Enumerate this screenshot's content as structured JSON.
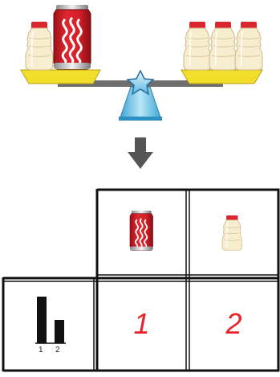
{
  "table": {
    "rows": [
      {
        "header_icon": "bar-chart-icon",
        "values": [
          "1",
          "2"
        ]
      }
    ],
    "columns": [
      {
        "icon": "soda-can-icon"
      },
      {
        "icon": "yogurt-bottle-icon"
      }
    ]
  },
  "bar_chart": {
    "tick_labels": [
      "1",
      "2"
    ],
    "values": [
      2,
      1
    ]
  },
  "balance": {
    "left_pan_items": [
      "yogurt-bottle-icon",
      "soda-can-icon"
    ],
    "right_pan_items": [
      "yogurt-bottle-icon",
      "yogurt-bottle-icon",
      "yogurt-bottle-icon"
    ]
  },
  "colors": {
    "can_red": "#d7232d",
    "pan_yellow": "#f2de2a",
    "fulcrum_blue": "#6fc3e8",
    "text_red": "#e8222b",
    "arrow_gray": "#555555"
  }
}
